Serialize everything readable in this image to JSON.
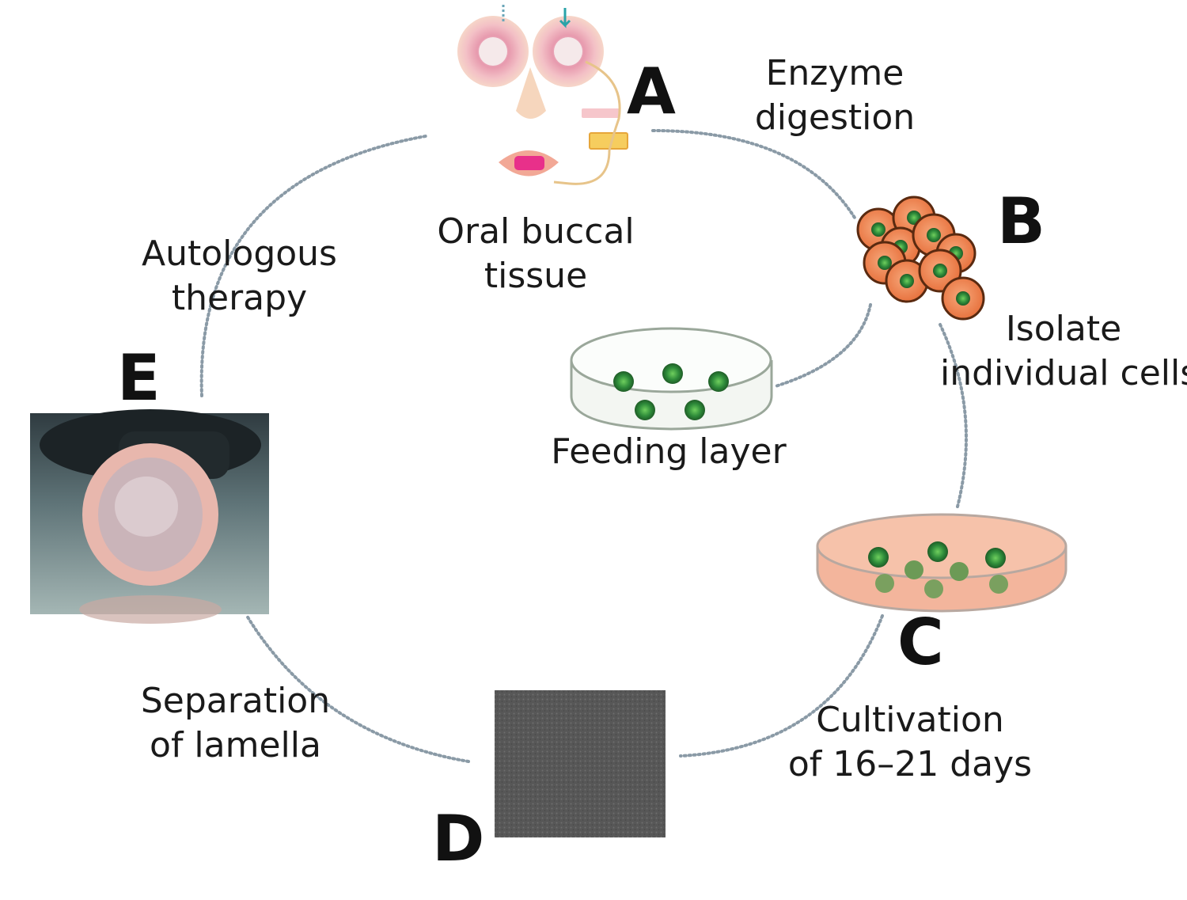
{
  "stages": {
    "a": {
      "letter": "A",
      "caption": [
        "Oral buccal",
        "tissue"
      ]
    },
    "b": {
      "letter": "B",
      "caption": [
        "Isolate",
        "individual cells"
      ]
    },
    "c": {
      "letter": "C"
    },
    "d": {
      "letter": "D"
    },
    "e": {
      "letter": "E"
    }
  },
  "steps": {
    "enzyme_digestion": [
      "Enzyme",
      "digestion"
    ],
    "feeding_layer": "Feeding layer",
    "cultivation": [
      "Cultivation",
      "of 16–21 days"
    ],
    "separation": [
      "Separation",
      "of lamella"
    ],
    "autologous_therapy": [
      "Autologous",
      "therapy"
    ]
  },
  "colors": {
    "dotted_line": "#8a9aa6",
    "cell_outer": "#f08c57",
    "cell_nucleus": "#2e8b3a",
    "culture_medium": "#f3b59c",
    "face_pink": "#f3c2b2",
    "sheet_gray": "#5b5b5b"
  },
  "icons": [
    "face-diagram-icon",
    "cell-cluster-icon",
    "petri-dish-icon",
    "culture-dish-icon",
    "cell-sheet-image",
    "tissue-sheet-photo"
  ]
}
